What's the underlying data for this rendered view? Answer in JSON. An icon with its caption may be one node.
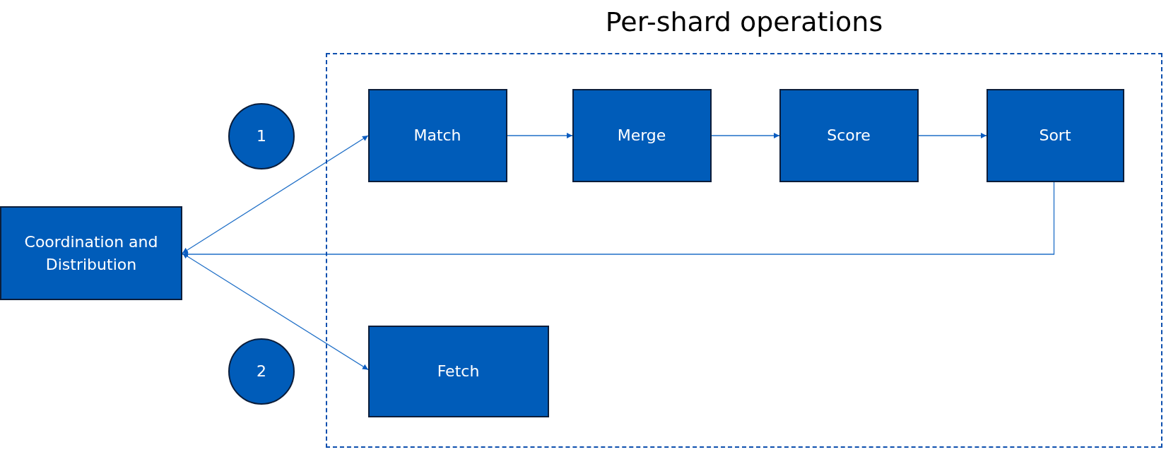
{
  "diagram": {
    "nodes": [
      {
        "text": [
          "Coordination and Distribution"
        ]
      },
      {
        "text": [
          "1"
        ]
      },
      {
        "text": [
          "2"
        ]
      },
      {
        "text": [
          "Per-shard operations"
        ]
      },
      {
        "text": [
          "Match"
        ],
        "in": 3
      },
      {
        "text": [
          "Merge"
        ],
        "in": 3
      },
      {
        "text": [
          "Score"
        ],
        "in": 3
      },
      {
        "text": [
          "Sort"
        ],
        "in": 3
      },
      {
        "text": [
          "Fetch"
        ],
        "in": 3
      }
    ],
    "edges": [
      {
        "from": 0,
        "to": 4,
        "arrow": "both"
      },
      {
        "from": 0,
        "to": 8,
        "arrow": "both"
      },
      {
        "from": 4,
        "to": 5,
        "arrow": "to"
      },
      {
        "from": 5,
        "to": 6,
        "arrow": "to"
      },
      {
        "from": 6,
        "to": 7,
        "arrow": "to"
      },
      {
        "from": 7,
        "to": 0,
        "arrow": "to"
      }
    ]
  }
}
